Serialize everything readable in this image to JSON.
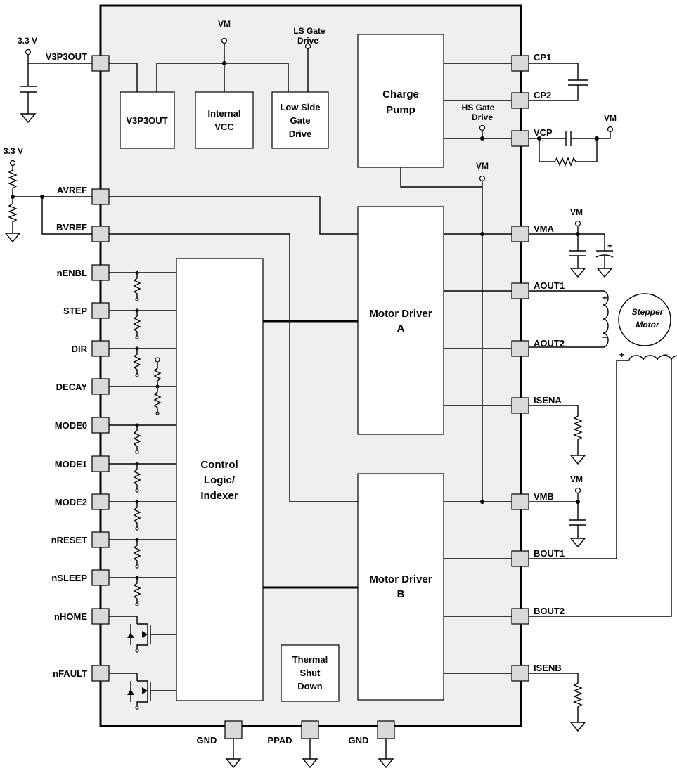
{
  "chip": {
    "left_pins": [
      "V3P3OUT",
      "AVREF",
      "BVREF",
      "nENBL",
      "STEP",
      "DIR",
      "DECAY",
      "MODE0",
      "MODE1",
      "MODE2",
      "nRESET",
      "nSLEEP",
      "nHOME",
      "nFAULT"
    ],
    "right_pins": [
      "CP1",
      "CP2",
      "VCP",
      "VMA",
      "AOUT1",
      "AOUT2",
      "ISENA",
      "VMB",
      "BOUT1",
      "BOUT2",
      "ISENB"
    ],
    "bottom_pins": [
      "GND",
      "PPAD",
      "GND"
    ]
  },
  "blocks": {
    "v3p3out": [
      "V3P3OUT"
    ],
    "internal_vcc": [
      "Internal",
      "VCC"
    ],
    "low_side": [
      "Low Side",
      "Gate",
      "Drive"
    ],
    "charge_pump": [
      "Charge",
      "Pump"
    ],
    "motor_a": [
      "Motor Driver",
      "A"
    ],
    "motor_b": [
      "Motor Driver",
      "B"
    ],
    "control": [
      "Control",
      "Logic/",
      "Indexer"
    ],
    "thermal": [
      "Thermal",
      "Shut",
      "Down"
    ]
  },
  "labels": {
    "supply_33_top": "3.3 V",
    "supply_33_mid": "3.3 V",
    "vm": "VM",
    "ls_gate": [
      "LS Gate",
      "Drive"
    ],
    "hs_gate": [
      "HS Gate",
      "Drive"
    ],
    "stepper": [
      "Stepper",
      "Motor"
    ],
    "plus": "+",
    "minus": "−"
  }
}
